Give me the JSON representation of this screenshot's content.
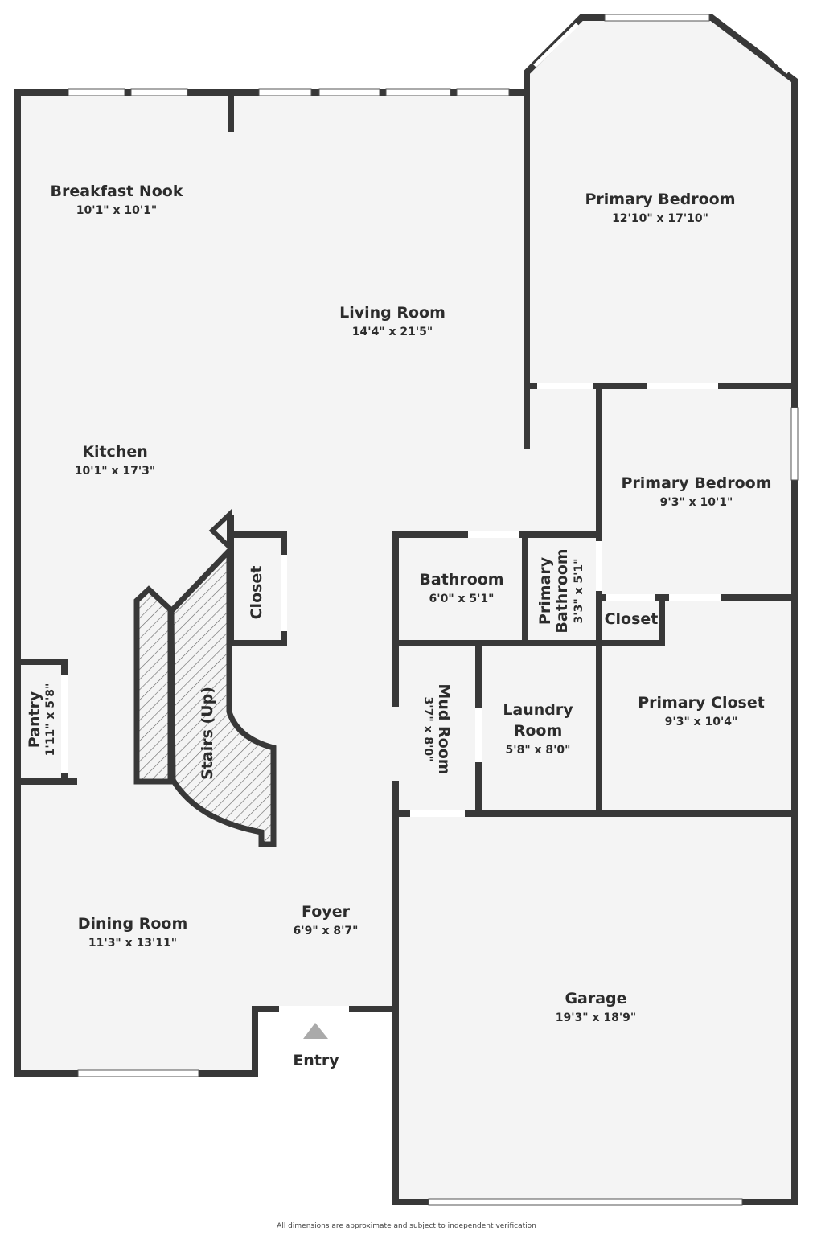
{
  "rooms": {
    "breakfast_nook": {
      "name": "Breakfast Nook",
      "dim": "10'1\" x 10'1\""
    },
    "living_room": {
      "name": "Living Room",
      "dim": "14'4\" x 21'5\""
    },
    "primary_bedroom_1": {
      "name": "Primary Bedroom",
      "dim": "12'10\" x 17'10\""
    },
    "kitchen": {
      "name": "Kitchen",
      "dim": "10'1\" x 17'3\""
    },
    "primary_bedroom_2": {
      "name": "Primary Bedroom",
      "dim": "9'3\" x 10'1\""
    },
    "bathroom": {
      "name": "Bathroom",
      "dim": "6'0\" x 5'1\""
    },
    "primary_bathroom": {
      "name_line1": "Primary",
      "name_line2": "Bathroom",
      "dim": "3'3\" x 5'1\""
    },
    "closet_stairs": {
      "name": "Closet"
    },
    "closet_bed": {
      "name": "Closet"
    },
    "stairs": {
      "name": "Stairs (Up)"
    },
    "pantry": {
      "name": "Pantry",
      "dim": "1'11\" x 5'8\""
    },
    "mud_room": {
      "name": "Mud Room",
      "dim": "3'7\" x 8'0\""
    },
    "laundry_room": {
      "name_line1": "Laundry",
      "name_line2": "Room",
      "dim": "5'8\" x 8'0\""
    },
    "primary_closet": {
      "name": "Primary Closet",
      "dim": "9'3\" x 10'4\""
    },
    "dining_room": {
      "name": "Dining Room",
      "dim": "11'3\" x 13'11\""
    },
    "foyer": {
      "name": "Foyer",
      "dim": "6'9\" x 8'7\""
    },
    "garage": {
      "name": "Garage",
      "dim": "19'3\" x 18'9\""
    }
  },
  "entry": {
    "label": "Entry"
  },
  "footer": {
    "disclaimer": "All dimensions are approximate and subject to independent verification"
  },
  "colors": {
    "wall": "#383838",
    "floor": "#f4f4f4",
    "window": "#ffffff",
    "entry_arrow": "#aaaaaa"
  }
}
